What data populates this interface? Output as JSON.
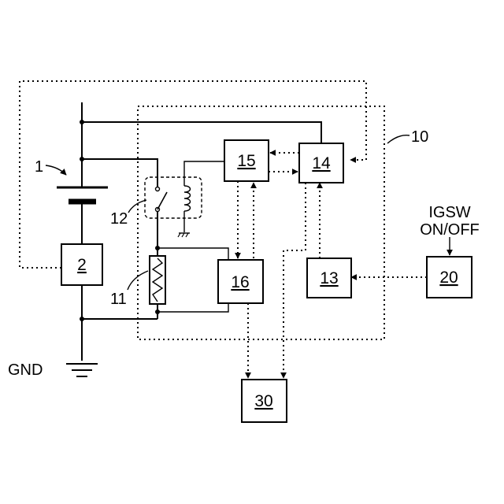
{
  "blocks": {
    "b2": "2",
    "b13": "13",
    "b14": "14",
    "b15": "15",
    "b16": "16",
    "b20": "20",
    "b30": "30"
  },
  "reference_labels": {
    "battery": "1",
    "controller": "10",
    "resistor": "11",
    "relay": "12"
  },
  "external_labels": {
    "gnd": "GND",
    "igsw_line1": "IGSW",
    "igsw_line2": "ON/OFF"
  },
  "icons": [
    "battery-icon",
    "ground-icon",
    "relay-switch-icon",
    "relay-coil-icon",
    "resistor-icon"
  ],
  "colors": {
    "line": "#000000",
    "background": "#ffffff"
  }
}
